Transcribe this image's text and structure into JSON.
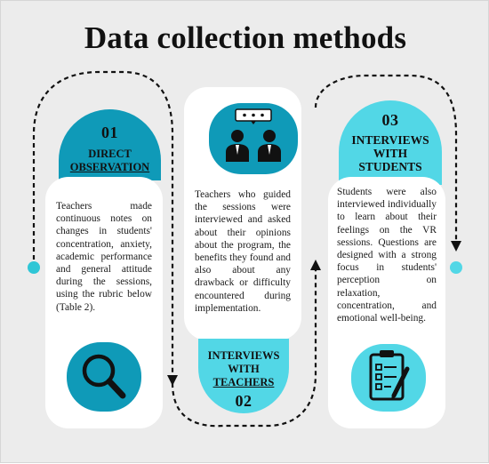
{
  "title": "Data collection methods",
  "colors": {
    "background": "#ececec",
    "teal_dark": "#0f9ab8",
    "teal_light": "#52d7e6",
    "card": "#ffffff",
    "dot": "#2fc6d6",
    "line": "#111111"
  },
  "steps": [
    {
      "number": "01",
      "title_lines": [
        "DIRECT",
        "OBSERVATION"
      ],
      "text": "Teachers made continuous notes on changes in students' concentration, anxiety, academic performance and general attitude during the sessions, using the rubric below (Table 2).",
      "icon": "magnifying-glass-icon"
    },
    {
      "number": "02",
      "title_lines": [
        "INTERVIEWS",
        "WITH",
        "TEACHERS"
      ],
      "text": "Teachers who guided the sessions were interviewed and asked about their opinions about the program, the benefits they found and also about any drawback or difficulty encountered during implementation.",
      "icon": "people-talking-icon"
    },
    {
      "number": "03",
      "title_lines": [
        "INTERVIEWS",
        "WITH",
        "STUDENTS"
      ],
      "text": "Students were also interviewed individually to learn about their feelings on the VR sessions. Questions are designed with a strong focus in students' perception on relaxation, concentration, and emotional well-being.",
      "icon": "clipboard-checklist-icon"
    }
  ]
}
